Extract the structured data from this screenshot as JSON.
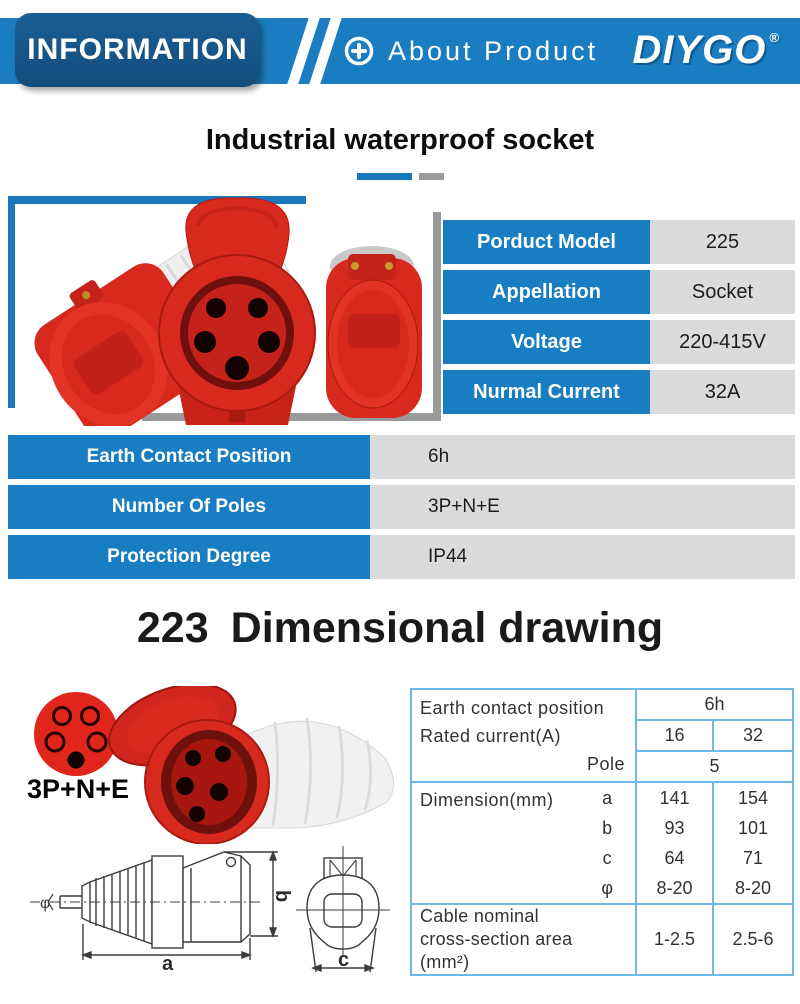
{
  "header": {
    "information_label": "INFORMATION",
    "section_title": "About Product",
    "brand": "DIYGO",
    "registered_mark": "®"
  },
  "title": "Industrial waterproof socket",
  "product_table": {
    "rows": [
      {
        "label": "Porduct Model",
        "value": "225"
      },
      {
        "label": "Appellation",
        "value": "Socket"
      },
      {
        "label": "Voltage",
        "value": "220-415V"
      },
      {
        "label": "Nurmal Current",
        "value": "32A"
      }
    ]
  },
  "spec_table": {
    "rows": [
      {
        "label": "Earth Contact Position",
        "value": "6h"
      },
      {
        "label": "Number Of Poles",
        "value": "3P+N+E"
      },
      {
        "label": "Protection Degree",
        "value": "IP44"
      }
    ]
  },
  "section_heading": {
    "number": "223",
    "text": "Dimensional drawing"
  },
  "pin_diagram_label": "3P+N+E",
  "drawing_labels": {
    "a": "a",
    "b": "b",
    "c": "c",
    "phi": "φ"
  },
  "dim_table": {
    "header": {
      "row1_label": "Earth contact position",
      "row1_value": "6h",
      "row2_label": "Rated current(A)",
      "row2_col1": "16",
      "row2_col2": "32",
      "row3_label": "Pole",
      "row3_value": "5"
    },
    "dimension": {
      "label": "Dimension(mm)",
      "rows": [
        {
          "letter": "a",
          "v16": "141",
          "v32": "154"
        },
        {
          "letter": "b",
          "v16": "93",
          "v32": "101"
        },
        {
          "letter": "c",
          "v16": "64",
          "v32": "71"
        },
        {
          "letter": "φ",
          "v16": "8-20",
          "v32": "8-20"
        }
      ]
    },
    "cable": {
      "label_line1": "Cable nominal",
      "label_line2": "cross-section area",
      "label_line3": "(mm²)",
      "v16": "1-2.5",
      "v32": "2.5-6"
    }
  },
  "colors": {
    "header_blue": "#1b7dc1",
    "banner_dark_blue": "#134d7d",
    "cell_gray": "#d9dbdd",
    "table_border_blue": "#6cb9e3",
    "product_red": "#d8291f"
  }
}
